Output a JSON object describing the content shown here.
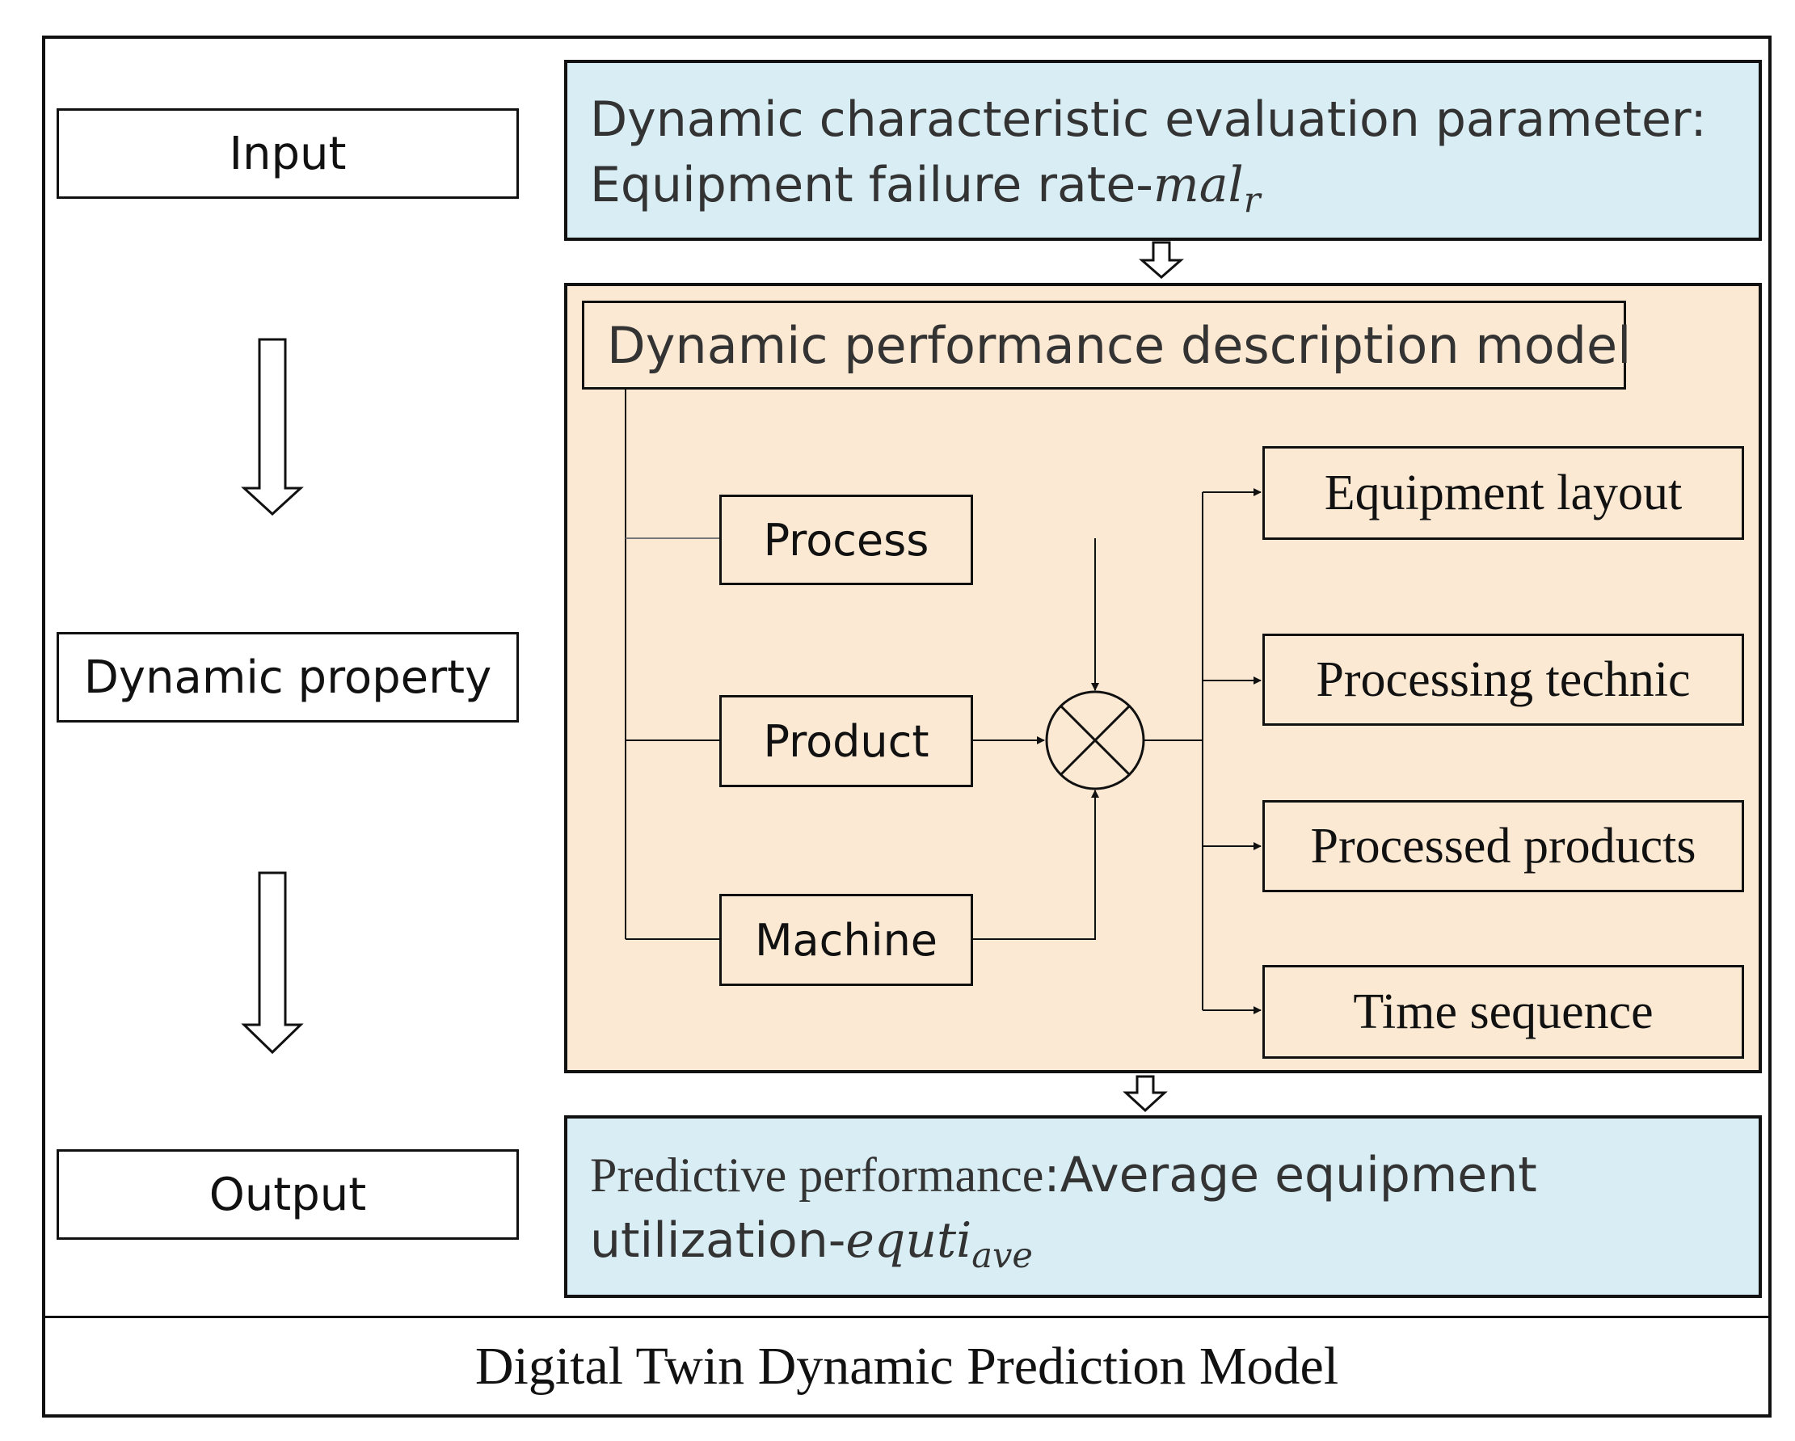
{
  "stages": {
    "input": "Input",
    "dynamic_property": "Dynamic property",
    "output": "Output"
  },
  "input_box": {
    "line1": "Dynamic characteristic evaluation parameter:",
    "line2_prefix": "Equipment failure rate-",
    "symbol": "mal",
    "symbol_sub": "r"
  },
  "model": {
    "title": "Dynamic performance description model",
    "inputs": [
      "Process",
      "Product",
      "Machine"
    ],
    "outputs": [
      "Equipment layout",
      "Processing technic",
      "Processed products",
      "Time sequence"
    ]
  },
  "output_box": {
    "line1_a": "Predictive performance",
    "line1_b": ":Average equipment",
    "line2_prefix": "utilization-",
    "symbol": "equti",
    "symbol_sub": "ave"
  },
  "caption": "Digital Twin Dynamic Prediction Model",
  "colors": {
    "light_blue": "#d9eef4",
    "light_orange": "#fbe9d3",
    "stroke": "#111111"
  }
}
